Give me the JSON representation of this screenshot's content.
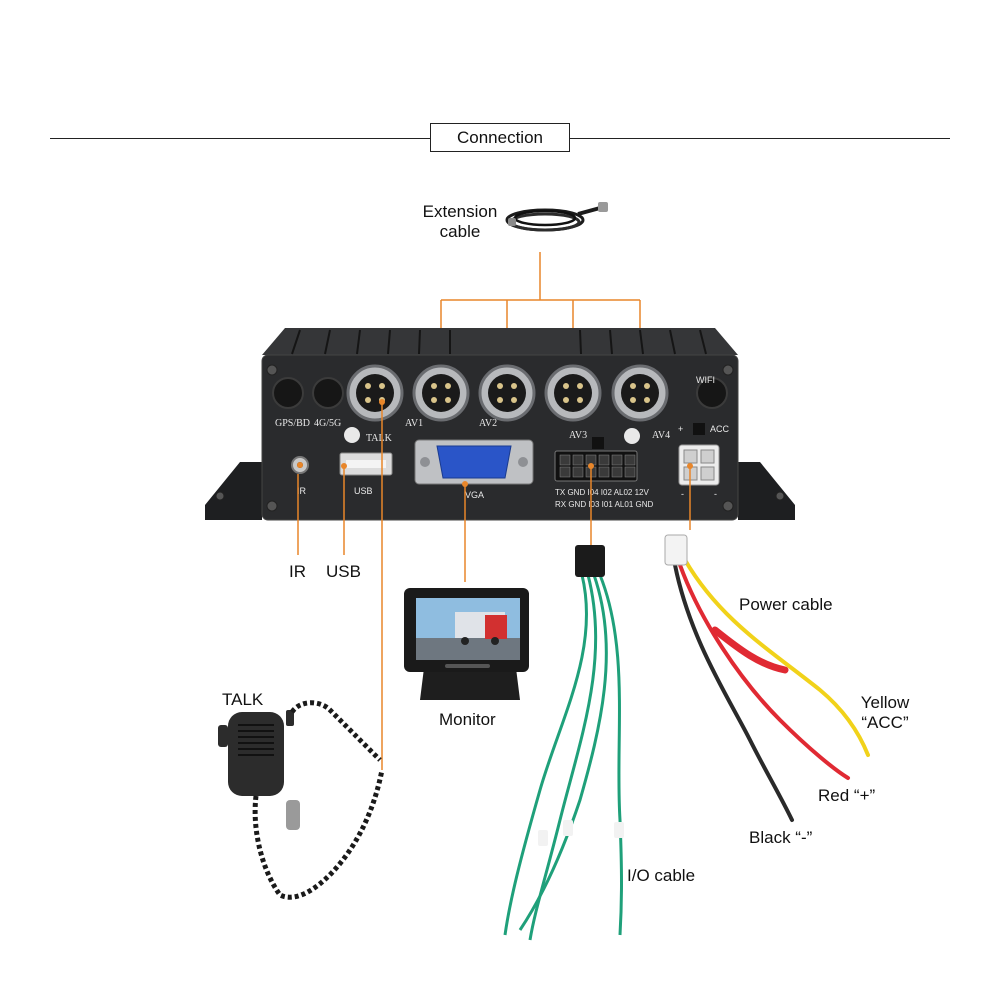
{
  "header": {
    "title": "Connection"
  },
  "device": {
    "port_labels": {
      "gps": "GPS/BD",
      "cell": "4G/5G",
      "av1": "AV1",
      "av2": "AV2",
      "av3": "AV3",
      "av4": "AV4",
      "wifi": "WIFI",
      "talk": "TALK",
      "ir": "IR",
      "usb": "USB",
      "vga": "VGA",
      "acc": "ACC",
      "plus": "+",
      "minus1": "-",
      "minus2": "-",
      "io_top": "TX GND I04 I02 AL02 12V",
      "io_bottom": "RX GND I03 I01 AL01 GND"
    }
  },
  "callouts": {
    "extension": [
      "Extension",
      "cable"
    ],
    "ir": "IR",
    "usb": "USB",
    "monitor": "Monitor",
    "talk": "TALK",
    "io_cable": "I/O cable",
    "power_cable": "Power cable",
    "yellow": [
      "Yellow",
      "“ACC”"
    ],
    "red": "Red “+”",
    "black": "Black “-”"
  },
  "colors": {
    "leader": "#e8862a",
    "device_body": "#2a2b2d",
    "wire_green": "#1fa07a",
    "wire_red": "#e02a33",
    "wire_yellow": "#f1d21a",
    "wire_black": "#2a2a2a"
  }
}
